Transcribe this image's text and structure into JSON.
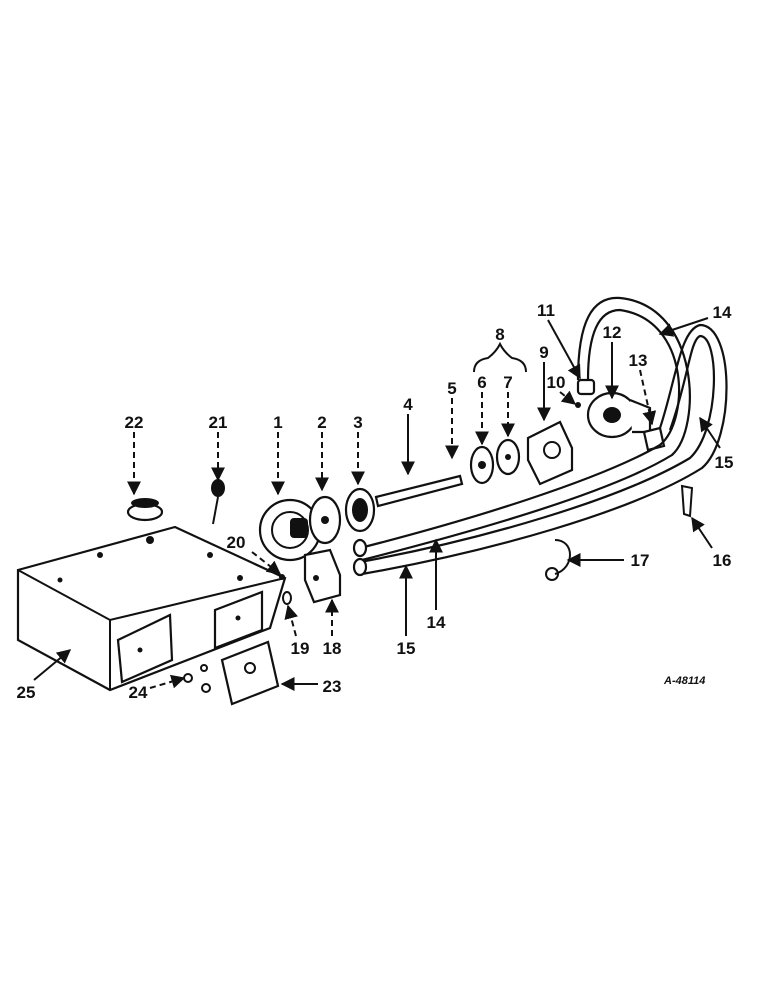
{
  "callouts": [
    "1",
    "2",
    "3",
    "4",
    "5",
    "6",
    "7",
    "8",
    "9",
    "10",
    "11",
    "12",
    "13",
    "14",
    "14",
    "15",
    "15",
    "16",
    "17",
    "18",
    "19",
    "20",
    "21",
    "22",
    "23",
    "24",
    "25"
  ],
  "drawing_ref": "A-48114"
}
